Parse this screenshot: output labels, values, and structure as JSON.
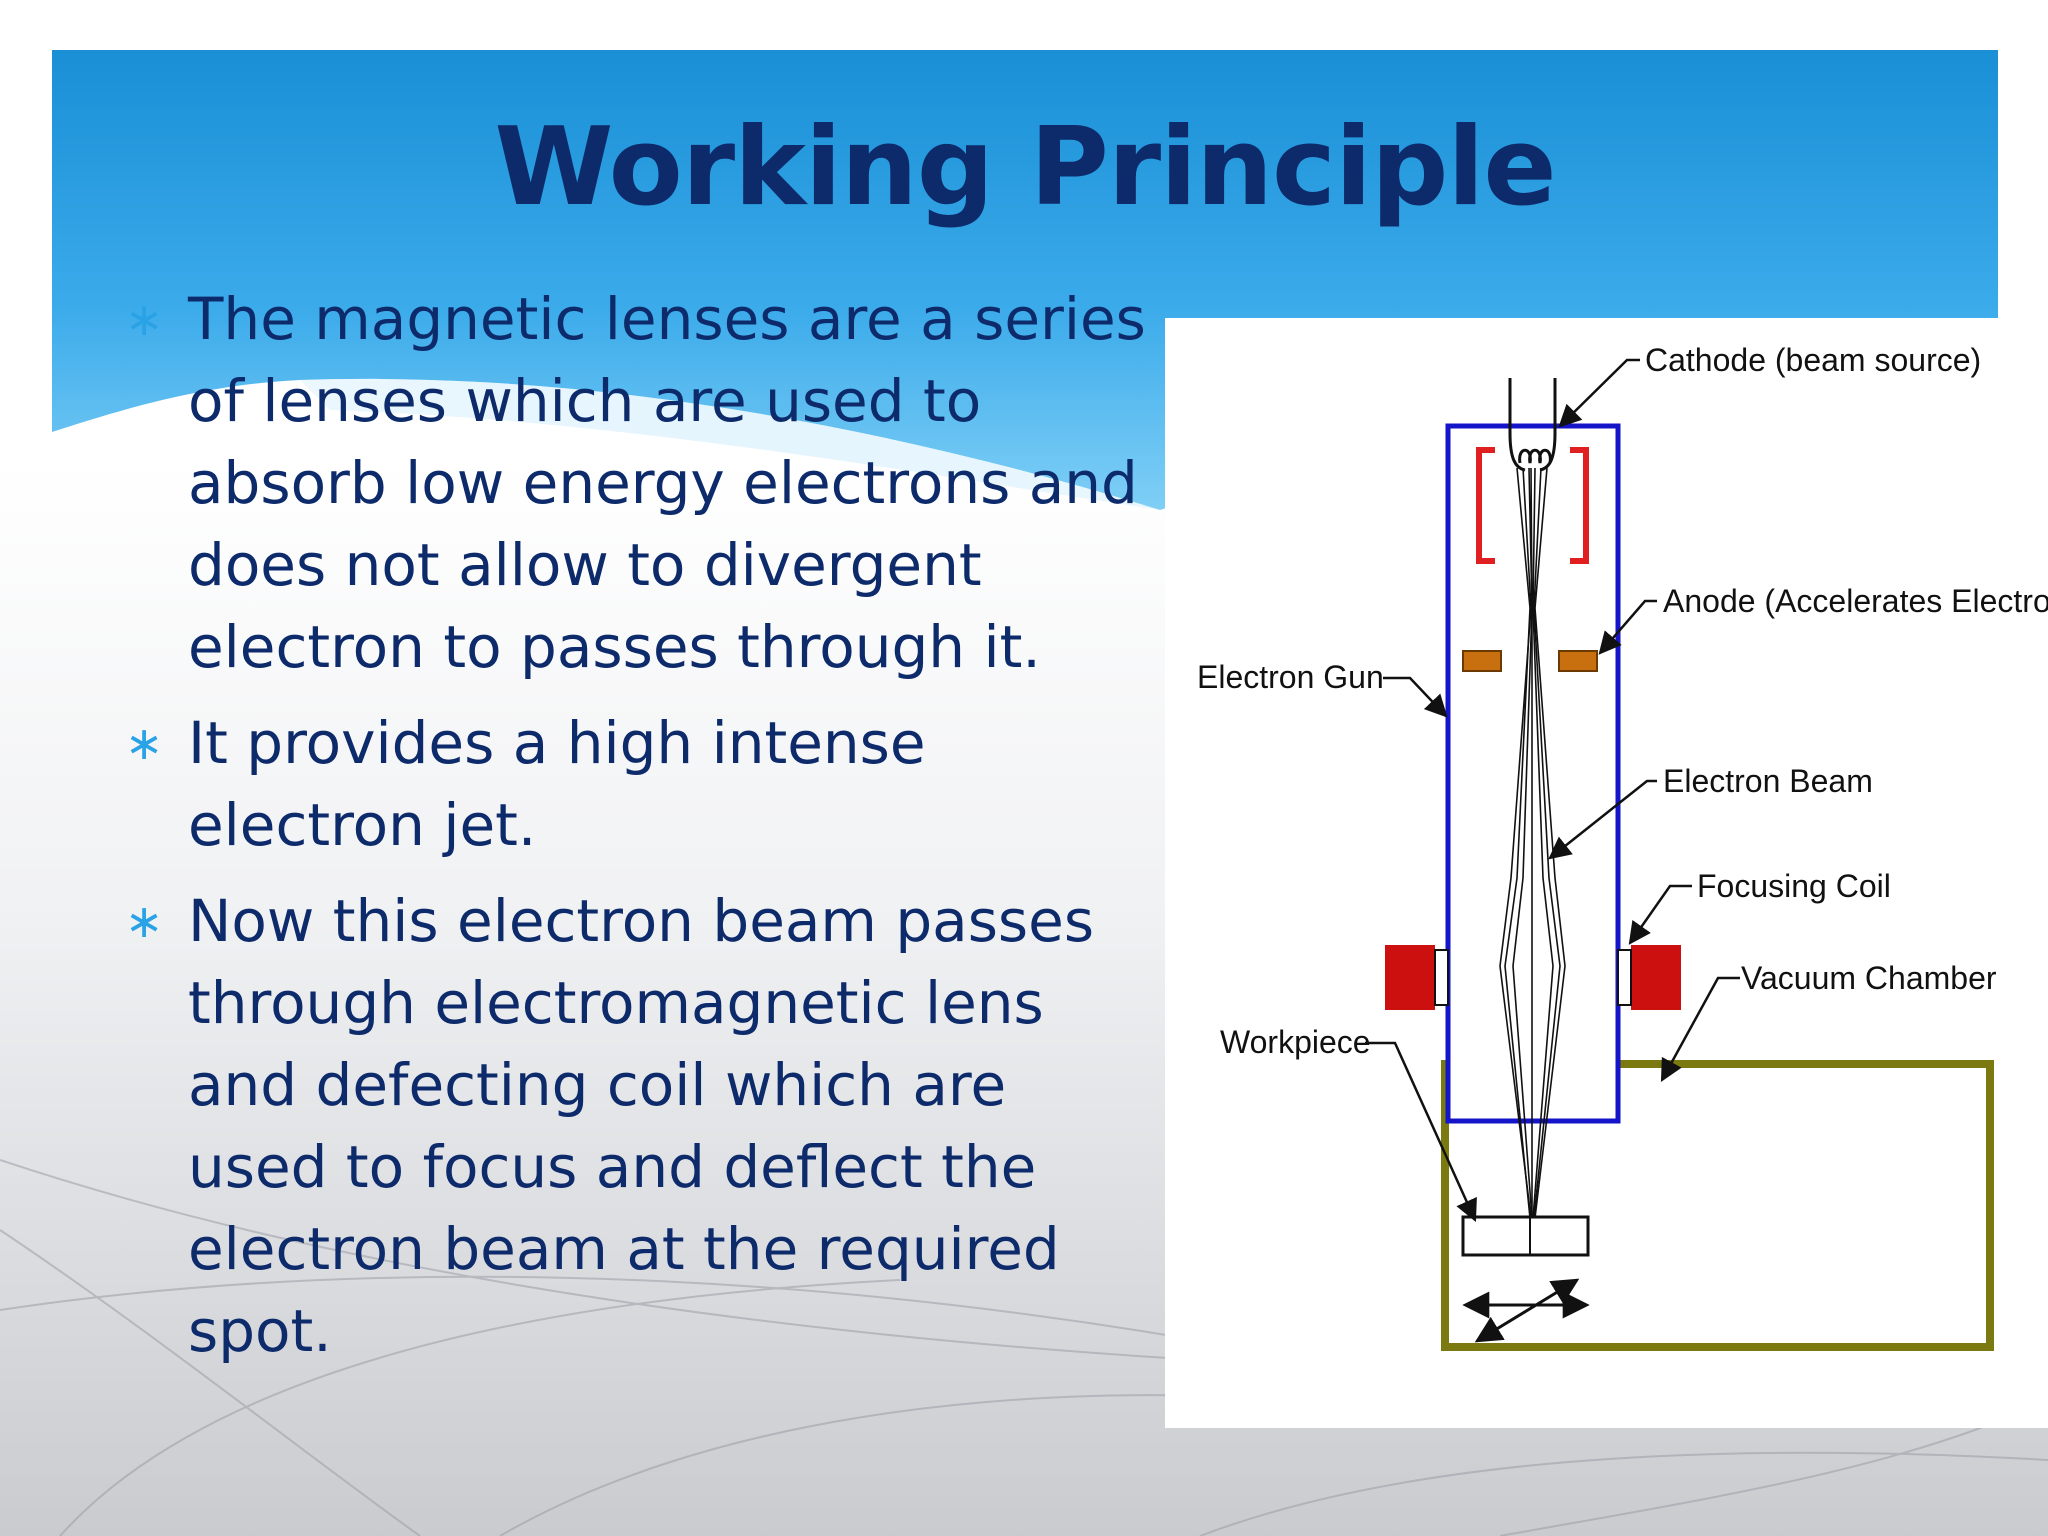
{
  "slide": {
    "title": "Working Principle",
    "bullets": [
      "The magnetic lenses are a series of lenses which are used to absorb low energy electrons and does not allow to divergent electron to passes through it.",
      "It provides a high intense electron jet.",
      "Now this electron beam passes through electromagnetic lens and defecting coil which are used to focus and deflect the electron beam at the required spot."
    ],
    "bullet_marker": "∗"
  },
  "diagram": {
    "labels": {
      "cathode": "Cathode (beam source)",
      "anode": "Anode (Accelerates Electrons)",
      "electron_gun": "Electron Gun",
      "electron_beam": "Electron Beam",
      "focusing_coil": "Focusing Coil",
      "vacuum_chamber": "Vacuum Chamber",
      "workpiece": "Workpiece"
    }
  },
  "colors": {
    "title": "#0d2a6b",
    "body_text": "#0d2a6b",
    "bullet_marker": "#2aa3e6",
    "header_band_top": "#1a8fd6",
    "header_band_bottom": "#5cbef0",
    "gun_column": "#1414c8",
    "cathode_cup": "#e02020",
    "anode": "#c87010",
    "focusing_coil": "#cc1010",
    "vacuum_chamber": "#7a7a10"
  }
}
